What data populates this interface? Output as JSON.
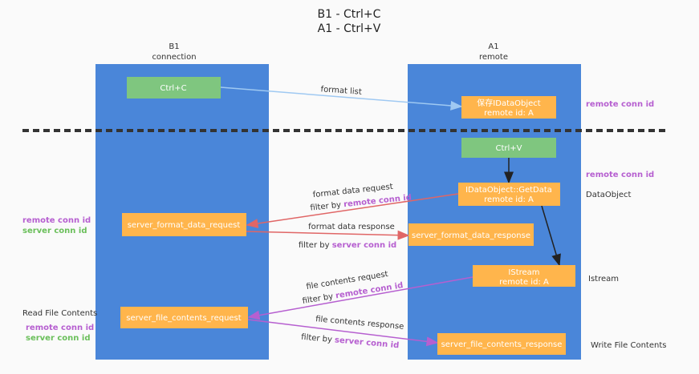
{
  "title": {
    "line1": "B1 - Ctrl+C",
    "line2": "A1 - Ctrl+V"
  },
  "lanes": {
    "b1": {
      "name": "B1",
      "sub": "connection"
    },
    "a1": {
      "name": "A1",
      "sub": "remote"
    }
  },
  "colors": {
    "lane": "#4a86d9",
    "process": "#ffb54c",
    "action": "#7fc67f",
    "purple": "#b65fd0",
    "green": "#6abf5a",
    "red": "#e06666",
    "lightblue": "#9fc9f2"
  },
  "nodes": {
    "ctrl_c": "Ctrl+C",
    "save_obj_1": "保存IDataObject",
    "save_obj_2": "remote id: A",
    "ctrl_v": "Ctrl+V",
    "getdata_1": "IDataObject::GetData",
    "getdata_2": "remote id: A",
    "fmt_req": "server_format_data_request",
    "fmt_resp": "server_format_data_response",
    "istream_1": "IStream",
    "istream_2": "remote id: A",
    "file_req": "server_file_contents_request",
    "file_resp": "server_file_contents_response"
  },
  "edges": {
    "format_list": "format list",
    "fmt_req": "format data request",
    "fmt_resp": "format data response",
    "file_req": "file contents request",
    "file_resp": "file contents response",
    "filter_by": "filter by ",
    "remote_conn_id": "remote conn id",
    "server_conn_id": "server conn id"
  },
  "side_labels": {
    "right_remote_1": "remote conn id",
    "right_remote_2": "remote conn id",
    "dataobject": "DataObject",
    "istream": "Istream",
    "write_file": "Write File Contents",
    "left_remote_1": "remote conn id",
    "left_server_1": "server conn id",
    "read_file": "Read File Contents",
    "left_remote_2": "remote conn id",
    "left_server_2": "server conn id"
  }
}
